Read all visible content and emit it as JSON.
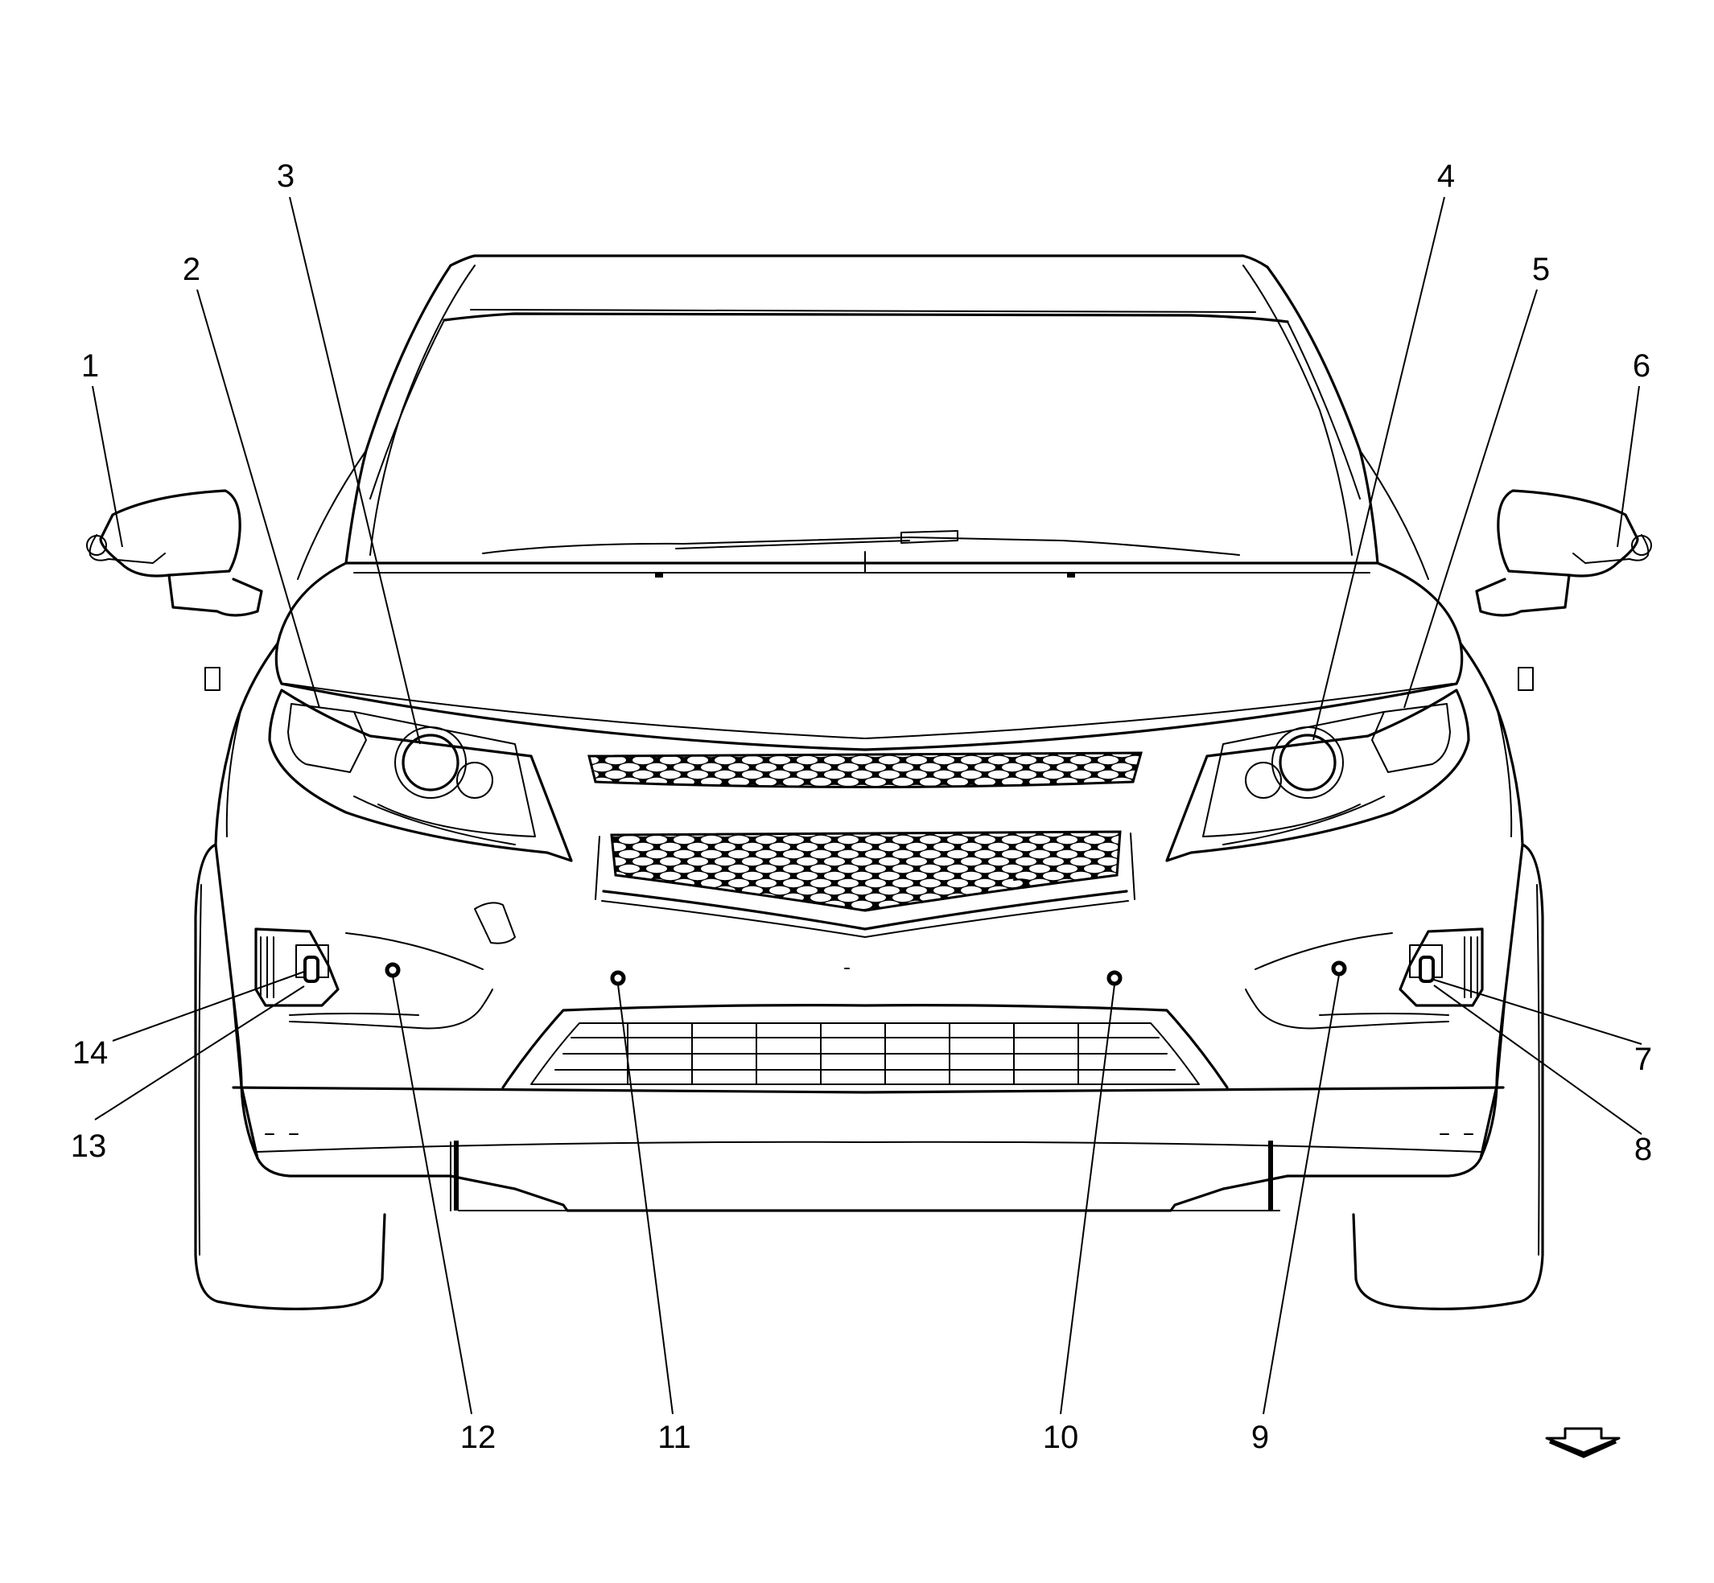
{
  "callouts": [
    {
      "label": "1"
    },
    {
      "label": "2"
    },
    {
      "label": "3"
    },
    {
      "label": "4"
    },
    {
      "label": "5"
    },
    {
      "label": "6"
    },
    {
      "label": "7"
    },
    {
      "label": "8"
    },
    {
      "label": "9"
    },
    {
      "label": "10"
    },
    {
      "label": "11"
    },
    {
      "label": "12"
    },
    {
      "label": "13"
    },
    {
      "label": "14"
    }
  ],
  "colors": {
    "line": "#000000",
    "background": "#ffffff"
  },
  "icons": {
    "view_direction": "view-direction-arrow-icon"
  }
}
